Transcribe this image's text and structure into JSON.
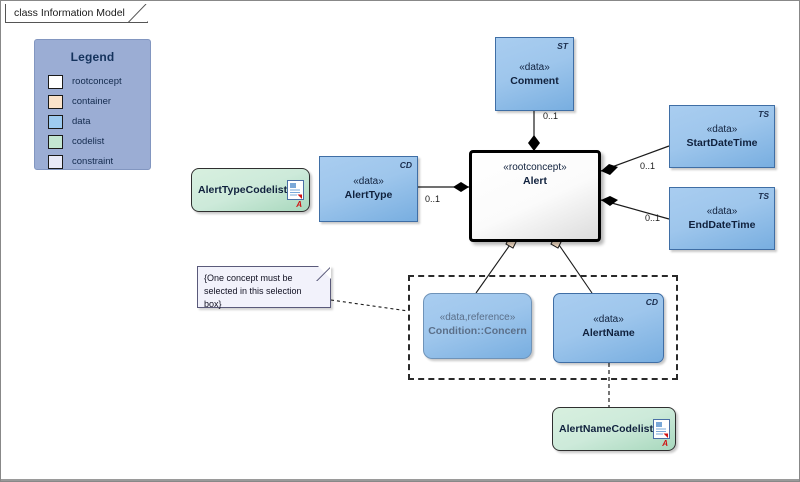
{
  "diagram": {
    "title": "class Information Model"
  },
  "legend": {
    "title": "Legend",
    "items": [
      {
        "label": "rootconcept",
        "color": "#ffffff"
      },
      {
        "label": "container",
        "color": "#fae3ca"
      },
      {
        "label": "data",
        "color": "#9ecbf0"
      },
      {
        "label": "codelist",
        "color": "#c3e6d2"
      },
      {
        "label": "constraint",
        "color": "#e8eaf8"
      }
    ]
  },
  "nodes": {
    "comment": {
      "stereotype": "«data»",
      "name": "Comment",
      "tag": "ST"
    },
    "start_datetime": {
      "stereotype": "«data»",
      "name": "StartDateTime",
      "tag": "TS"
    },
    "end_datetime": {
      "stereotype": "«data»",
      "name": "EndDateTime",
      "tag": "TS"
    },
    "alert": {
      "stereotype": "«rootconcept»",
      "name": "Alert",
      "tag": ""
    },
    "alert_type": {
      "stereotype": "«data»",
      "name": "AlertType",
      "tag": "CD"
    },
    "alert_name": {
      "stereotype": "«data»",
      "name": "AlertName",
      "tag": "CD"
    },
    "concern": {
      "stereotype": "«data,reference»",
      "name": "Condition::Concern",
      "tag": ""
    },
    "alert_type_codelist": {
      "name": "AlertTypeCodelist",
      "marker": "A"
    },
    "alert_name_codelist": {
      "name": "AlertNameCodelist",
      "marker": "A"
    }
  },
  "note": {
    "text": "{One concept must be selected in this selection box}"
  },
  "multiplicities": {
    "comment": "0..1",
    "alert_type": "0..1",
    "start_datetime": "0..1",
    "end_datetime": "0..1"
  }
}
